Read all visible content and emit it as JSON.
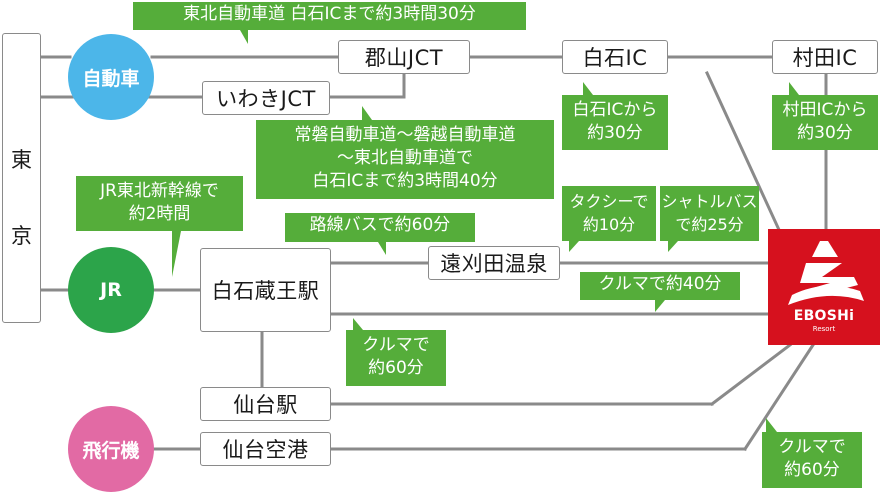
{
  "tokyo": {
    "char1": "東",
    "char2": "京"
  },
  "modes": {
    "car": {
      "label": "自動車",
      "color": "#4cb6e9"
    },
    "jr": {
      "label": "JR",
      "color": "#2ca44a"
    },
    "plane": {
      "label": "飛行機",
      "color": "#e26aa4"
    }
  },
  "nodes": {
    "koriyama": "郡山JCT",
    "iwaki": "いわきJCT",
    "shiroishi_ic": "白石IC",
    "murata_ic": "村田IC",
    "shiroishi_zao": "白石蔵王駅",
    "togatta": "遠刈田温泉",
    "sendai_station": "仙台駅",
    "sendai_airport": "仙台空港"
  },
  "notes": {
    "tohoku_expressway": "東北自動車道 白石ICまで約3時間30分",
    "joban": [
      "常磐自動車道〜磐越自動車道",
      "〜東北自動車道で",
      "白石ICまで約3時間40分"
    ],
    "shinkansen": [
      "JR東北新幹線で",
      "約2時間"
    ],
    "shiroishi_ic_time": [
      "白石ICから",
      "約30分"
    ],
    "murata_ic_time": [
      "村田ICから",
      "約30分"
    ],
    "route_bus": "路線バスで約60分",
    "taxi": [
      "タクシーで",
      "約10分"
    ],
    "shuttle": [
      "シャトルバス",
      "で約25分"
    ],
    "car_40": "クルマで約40分",
    "car_60_sendai": [
      "クルマで",
      "約60分"
    ],
    "car_60_airport": [
      "クルマで",
      "約60分"
    ]
  },
  "logo": {
    "brand": "EBOSHi",
    "sub": "Resort"
  },
  "colors": {
    "note_green": "#55ad3a",
    "logo_red": "#d6111e",
    "line_gray": "#8a8a8a"
  }
}
